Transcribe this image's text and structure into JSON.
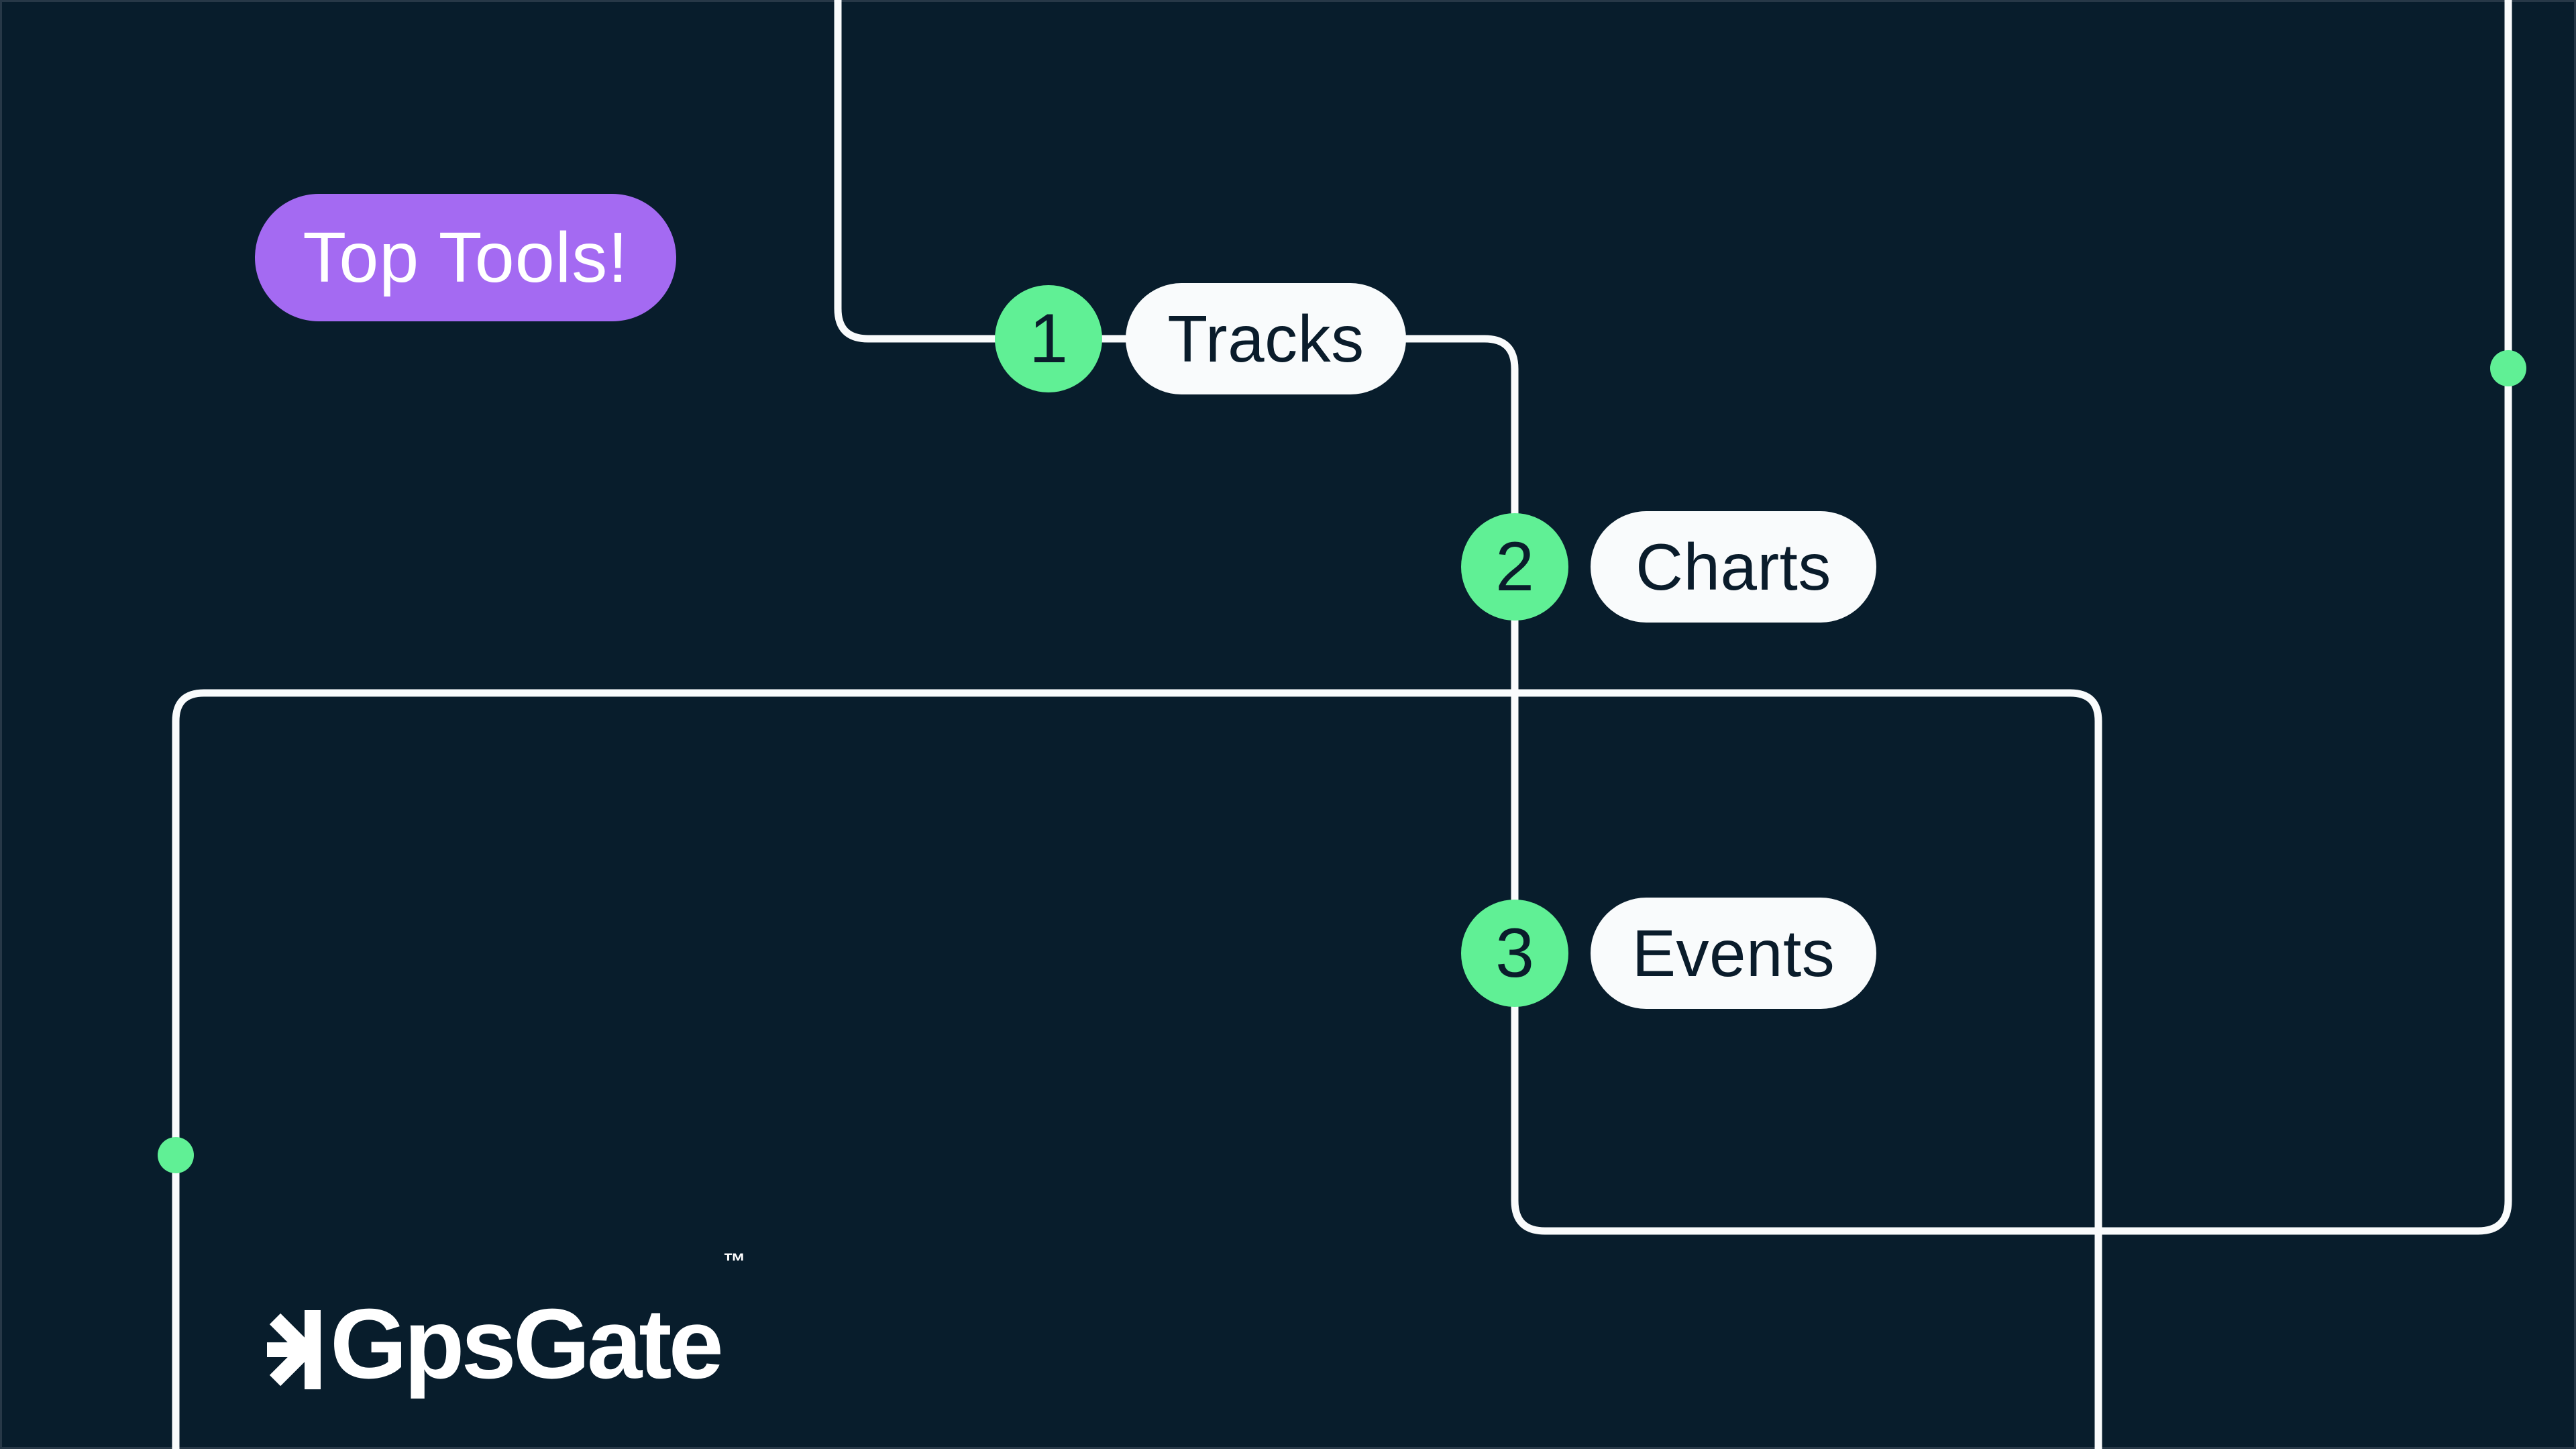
{
  "badge": {
    "label": "Top Tools!"
  },
  "steps": [
    {
      "number": "1",
      "label": "Tracks"
    },
    {
      "number": "2",
      "label": "Charts"
    },
    {
      "number": "3",
      "label": "Events"
    }
  ],
  "logo": {
    "text": "GpsGate",
    "trademark": "™"
  },
  "icons": {
    "logo_mark": "half-asterisk-gpsgate-mark",
    "stop_dots": "transit-stop-dot"
  },
  "colors": {
    "background": "#081D2C",
    "accent_green": "#60F095",
    "accent_purple": "#A46AF2",
    "line_white": "#F9FBFC",
    "text_dark_navy": "#0A1C2B",
    "text_white": "#FFFFFF"
  }
}
